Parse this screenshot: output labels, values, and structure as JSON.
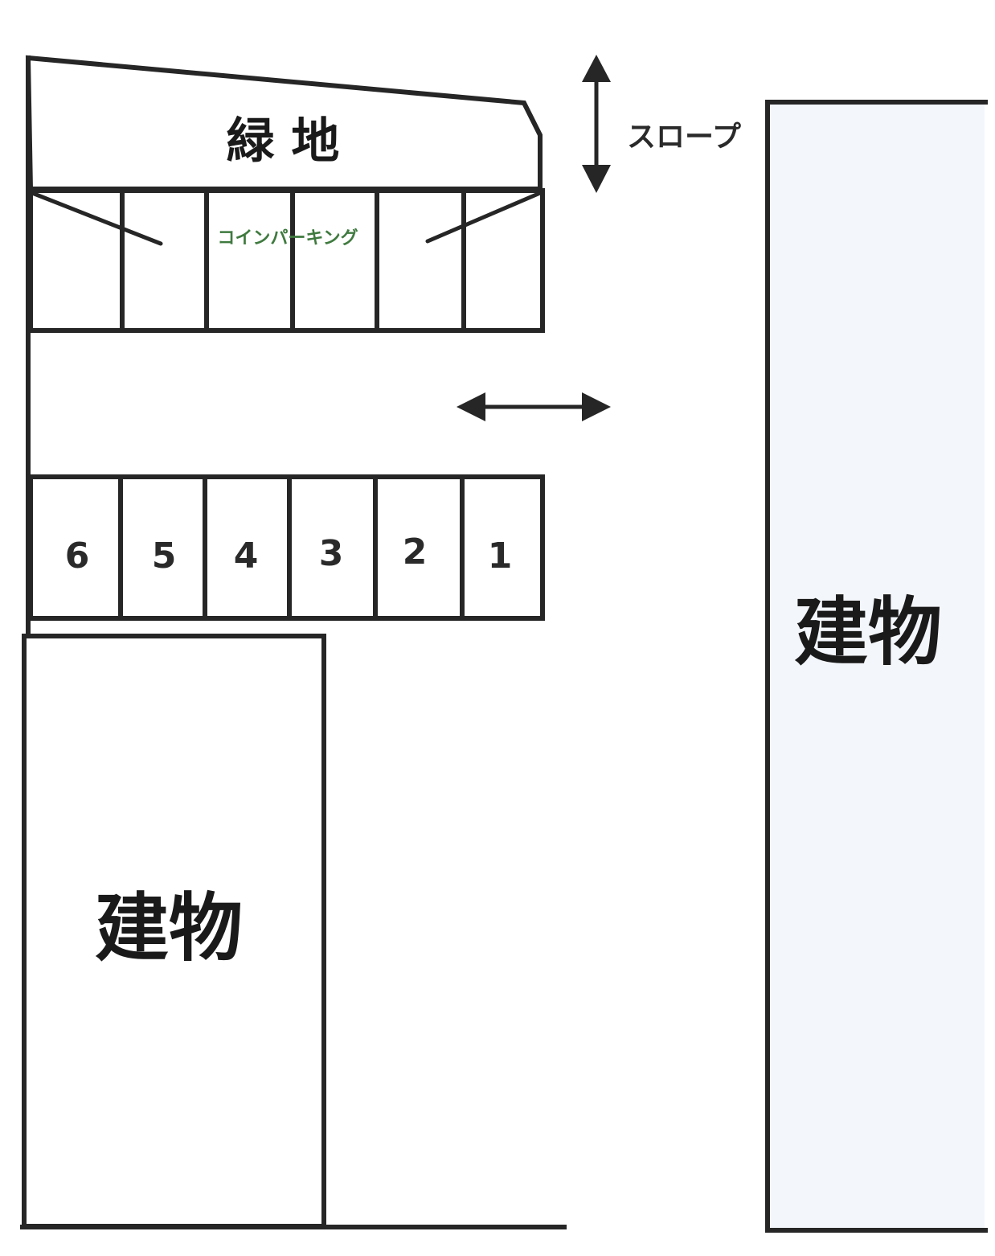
{
  "labels": {
    "green_area": "緑 地",
    "coin_parking": "コインパーキング",
    "slope": "スロープ",
    "building_left": "建物",
    "building_right": "建物"
  },
  "parking_spaces": [
    {
      "number": "6"
    },
    {
      "number": "5"
    },
    {
      "number": "4"
    },
    {
      "number": "3"
    },
    {
      "number": "2"
    },
    {
      "number": "1"
    }
  ],
  "colors": {
    "line": "#262626",
    "coin_parking_text": "#3f7a3f",
    "right_building_fill": "#f3f6fb"
  },
  "icons": [
    "vertical-double-arrow-icon",
    "horizontal-double-arrow-icon"
  ]
}
